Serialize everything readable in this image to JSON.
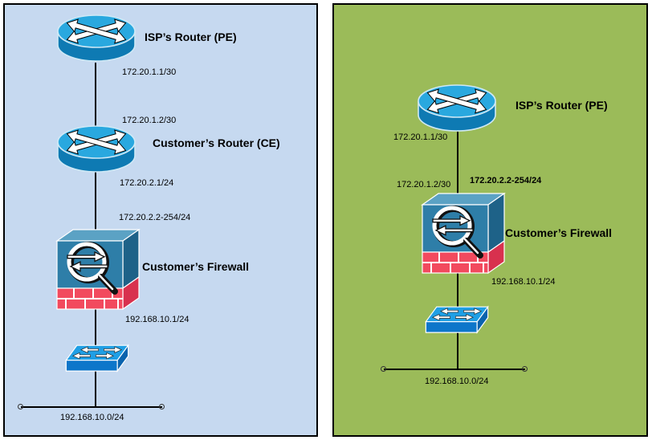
{
  "left_diagram": {
    "background_color": "#c6d9f0",
    "pe_router_label": "ISP’s Router (PE)",
    "ce_router_label": "Customer’s Router (CE)",
    "firewall_label": "Customer’s Firewall",
    "ip_pe_wan": "172.20.1.1/30",
    "ip_ce_wan": "172.20.1.2/30",
    "ip_ce_lan": "172.20.2.1/24",
    "ip_fw_outside": "172.20.2.2-254/24",
    "ip_fw_inside": "192.168.10.1/24",
    "ip_lan_segment": "192.168.10.0/24"
  },
  "right_diagram": {
    "background_color": "#9bbb59",
    "pe_router_label": "ISP’s Router (PE)",
    "firewall_label": "Customer’s Firewall",
    "ip_pe_wan": "172.20.1.1/30",
    "ip_fw_wan": "172.20.1.2/30",
    "ip_fw_outside": "172.20.2.2-254/24",
    "ip_fw_inside": "192.168.10.1/24",
    "ip_lan_segment": "192.168.10.0/24"
  },
  "icons": {
    "router": "cisco-router-icon",
    "firewall": "cisco-asa-firewall-icon",
    "switch": "cisco-switch-icon"
  },
  "colors": {
    "router_top": "#29a8df",
    "router_body": "#0e7ab3",
    "firewall_front": "#2e7ea8",
    "firewall_top": "#5ba2c4",
    "firewall_side": "#1e6288",
    "brick_red": "#f24a5e",
    "brick_red_dark": "#d8314e",
    "switch_top": "#1f9fe5",
    "switch_front": "#0d76ca",
    "switch_side": "#0a63ae",
    "link_line": "#000000",
    "text": "#000000"
  }
}
